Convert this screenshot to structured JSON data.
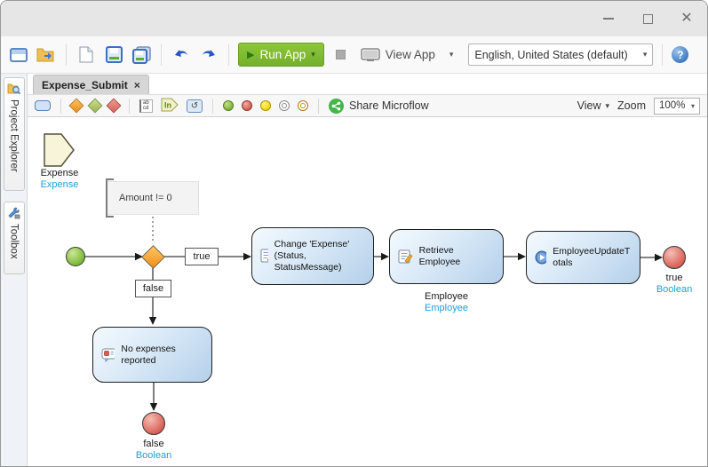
{
  "titlebar": {
    "close_glyph": "✕"
  },
  "toolbar": {
    "run_app": "Run App",
    "view_app": "View App",
    "language": "English, United States (default)"
  },
  "tab": {
    "title": "Expense_Submit",
    "close": "×"
  },
  "microflow_toolbar": {
    "share": "Share Microflow",
    "view": "View",
    "zoom": "Zoom",
    "zoom_value": "100%"
  },
  "sidebar": {
    "tabs": {
      "0": "Project Explorer",
      "1": "Toolbox"
    }
  },
  "canvas": {
    "parameter": {
      "name": "Expense",
      "type": "Expense"
    },
    "annotation": "Amount != 0",
    "decision_true": "true",
    "decision_false": "false",
    "activity_change": "Change 'Expense' (Status, StatusMessage)",
    "activity_retrieve": "Retrieve Employee",
    "retrieve_var": {
      "name": "Employee",
      "type": "Employee"
    },
    "activity_call": "EmployeeUpdateTotals",
    "activity_message": "No expenses reported",
    "end_true": {
      "value": "true",
      "type": "Boolean"
    },
    "end_false": {
      "value": "false",
      "type": "Boolean"
    }
  },
  "icons": {
    "caret": "▾",
    "play": "▶",
    "help": "?",
    "loop": "↺",
    "ann_ab": "ab",
    "ann_cd": "cd",
    "tool_in": "In"
  },
  "colors": {
    "accent_green": "#76b82a",
    "type_blue": "#1c9ed9",
    "activity_top": "#f4fafe",
    "activity_bottom": "#b4d0ea"
  }
}
